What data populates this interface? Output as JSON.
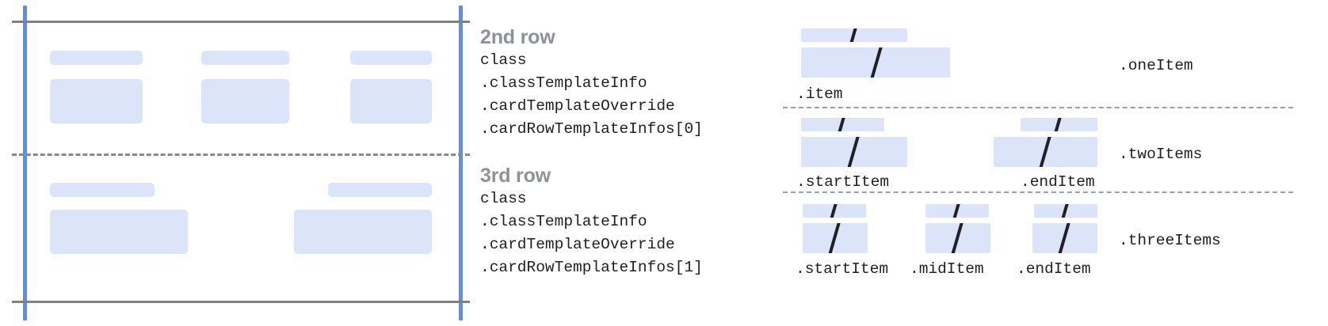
{
  "diagram": {
    "title_colors": {
      "placeholder_fill": "#dce4f9",
      "guide_blue": "#5b8def",
      "rule_gray": "#808080",
      "heading_gray": "#8e9197",
      "code_black": "#202124"
    }
  },
  "card_preview": {
    "name": "card-row-layout-preview",
    "rows": [
      {
        "id": "second-row",
        "columns": 3,
        "cells": [
          {
            "title_w": 117,
            "body_w": 117
          },
          {
            "title_w": 111,
            "body_w": 111
          },
          {
            "title_w": 111,
            "body_w": 111
          }
        ]
      },
      {
        "id": "third-row",
        "columns": 2,
        "cells": [
          {
            "title_w": 139,
            "body_w": 190
          },
          {
            "title_w": 141,
            "body_w": 183
          }
        ]
      }
    ]
  },
  "row_descriptions": [
    {
      "heading": "2nd row",
      "code": [
        "class",
        ".classTemplateInfo",
        ".cardTemplateOverride",
        ".cardRowTemplateInfos[0]"
      ]
    },
    {
      "heading": "3rd row",
      "code": [
        "class",
        ".classTemplateInfo",
        ".cardTemplateOverride",
        ".cardRowTemplateInfos[1]"
      ]
    }
  ],
  "variants": [
    {
      "name": ".oneItem",
      "items": [
        {
          "label": ".item",
          "top_w": 133,
          "body_w": 192
        }
      ]
    },
    {
      "name": ".twoItems",
      "items": [
        {
          "label": ".startItem",
          "top_w": 105,
          "body_w": 133
        },
        {
          "label": ".endItem",
          "top_w": 96,
          "body_w": 133
        }
      ]
    },
    {
      "name": ".threeItems",
      "items": [
        {
          "label": ".startItem",
          "top_w": 78,
          "body_w": 82
        },
        {
          "label": ".midItem",
          "top_w": 78,
          "body_w": 82
        },
        {
          "label": ".endItem",
          "top_w": 78,
          "body_w": 82
        }
      ]
    }
  ]
}
